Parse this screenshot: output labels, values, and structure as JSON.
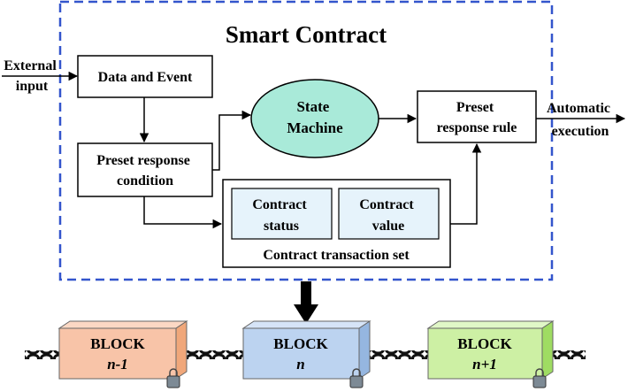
{
  "title": "Smart Contract",
  "external_input": [
    "External",
    "input"
  ],
  "automatic_execution": [
    "Automatic",
    "execution"
  ],
  "data_event": "Data and Event",
  "preset_condition": [
    "Preset response",
    "condition"
  ],
  "state_machine": [
    "State",
    "Machine"
  ],
  "preset_rule": [
    "Preset",
    "response rule"
  ],
  "contract_status": [
    "Contract",
    "status"
  ],
  "contract_value": [
    "Contract",
    "value"
  ],
  "transaction_set": "Contract transaction set",
  "blocks": [
    {
      "label": "BLOCK",
      "index": "n-1",
      "color": "#f8c4a8"
    },
    {
      "label": "BLOCK",
      "index": "n",
      "color": "#bcd3f0"
    },
    {
      "label": "BLOCK",
      "index": "n+1",
      "color": "#cdf0a4"
    }
  ],
  "colors": {
    "dashed_border": "#3355cc",
    "state_machine_fill": "#a9ead9",
    "inner_box_fill": "#e6f3fb"
  }
}
